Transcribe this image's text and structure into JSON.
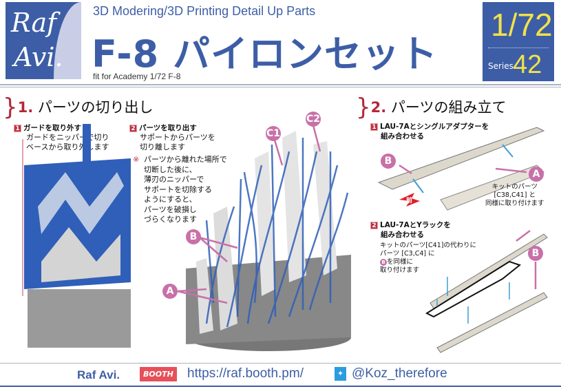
{
  "header": {
    "logo_text": [
      "Raf",
      "Avi."
    ],
    "subtitle": "3D Modering/3D Printing Detail Up Parts",
    "title": "F-8 パイロンセット",
    "fit": "fit for Academy 1/72 F-8",
    "scale": "1/72",
    "series_label": "Series",
    "series_number": "42"
  },
  "section1": {
    "bracket": "}",
    "number": "1.",
    "title": "パーツの切り出し",
    "step1": {
      "num": "1",
      "title": "ガードを取り外す",
      "text": [
        "ガードをニッパーで切り",
        "ベースから取り外します"
      ]
    },
    "step2": {
      "num": "2",
      "title": "パーツを取り出す",
      "text": [
        "サポートからパーツを",
        "切り離します"
      ],
      "note_mark": "※",
      "note": [
        "パーツから離れた場所で",
        "切断した後に、",
        "薄刃のニッパーで",
        "サポートを切除する",
        "ようにすると、",
        "パーツを破損し",
        "づらくなります"
      ]
    },
    "callouts": {
      "c1": "C1",
      "c2": "C2",
      "b": "B",
      "a": "A"
    }
  },
  "section2": {
    "bracket": "}",
    "number": "2.",
    "title": "パーツの組み立て",
    "step1": {
      "num": "1",
      "title": [
        "LAU-7Aとシングルアダプターを",
        "組み合わせる"
      ],
      "text": [
        "キットのパーツ",
        "[C38,C41] と",
        "同様に取り付けます"
      ],
      "front_label": "前"
    },
    "step2": {
      "num": "2",
      "title": [
        "LAU-7AとYラックを",
        "組み合わせる"
      ],
      "text": [
        "キットのパーツ[C41]の代わりに",
        "パーツ [C3,C4] に",
        "を同様に",
        "取り付けます"
      ],
      "inline_callout": "B"
    },
    "callouts": {
      "a": "A",
      "b": "B"
    }
  },
  "footer": {
    "brand": "Raf Avi.",
    "booth_logo": "BOOTH",
    "url": "https://raf.booth.pm/",
    "twitter_icon": "twitter-icon",
    "handle": "@Koz_therefore"
  },
  "colors": {
    "brand_blue": "#3d5ea6",
    "accent_red": "#b2283a",
    "callout_pink": "#c870a8",
    "scale_yellow": "#f2e24a",
    "support_blue": "#2f5fb8"
  }
}
